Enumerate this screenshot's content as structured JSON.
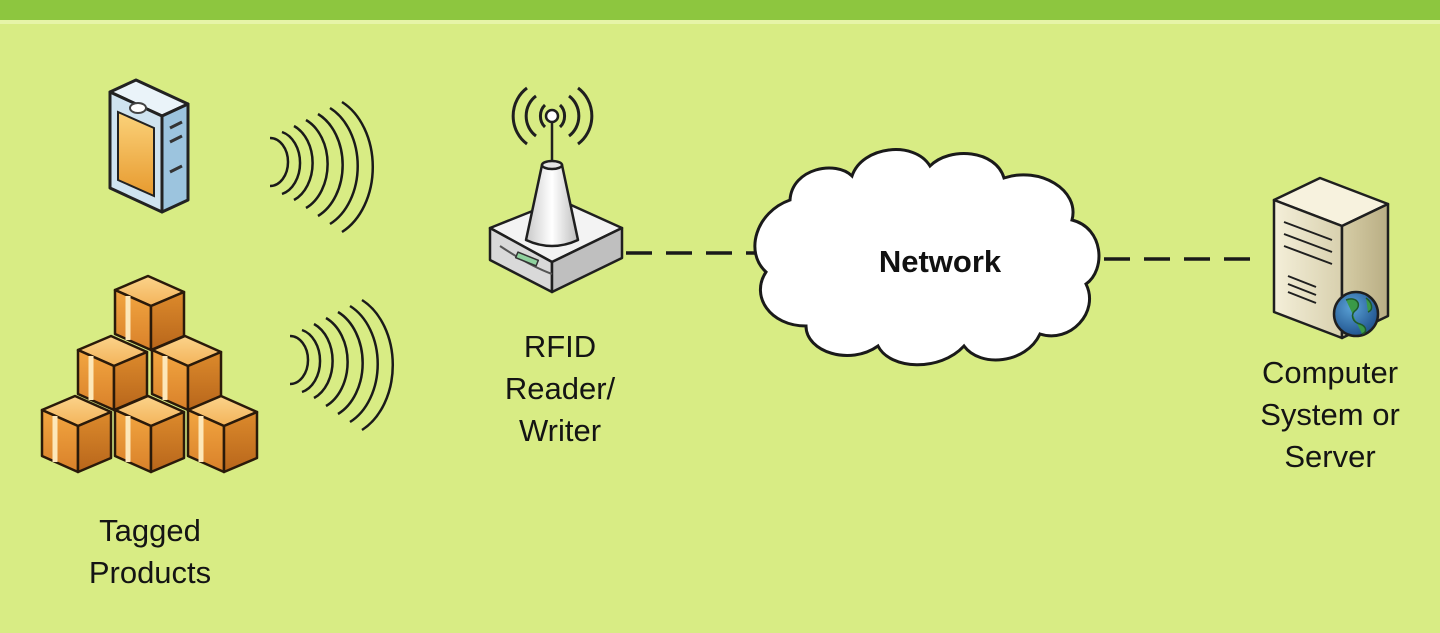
{
  "colors": {
    "background": "#d8ec84",
    "top_bar": "#8dc63f",
    "box_orange": "#f0a53c",
    "card_blue": "#cfe3f0",
    "cloud_fill": "#ffffff",
    "globe": "#2e7d3a"
  },
  "icons": {
    "tag": "rfid-tag-card-icon",
    "boxes": "stacked-boxes-icon",
    "reader": "rfid-reader-antenna-icon",
    "cloud": "network-cloud-icon",
    "server": "computer-server-icon"
  },
  "labels": {
    "tagged_products": [
      "Tagged",
      "Products"
    ],
    "rfid_reader": [
      "RFID",
      "Reader/",
      "Writer"
    ],
    "network": "Network",
    "computer": [
      "Computer",
      "System or",
      "Server"
    ]
  }
}
